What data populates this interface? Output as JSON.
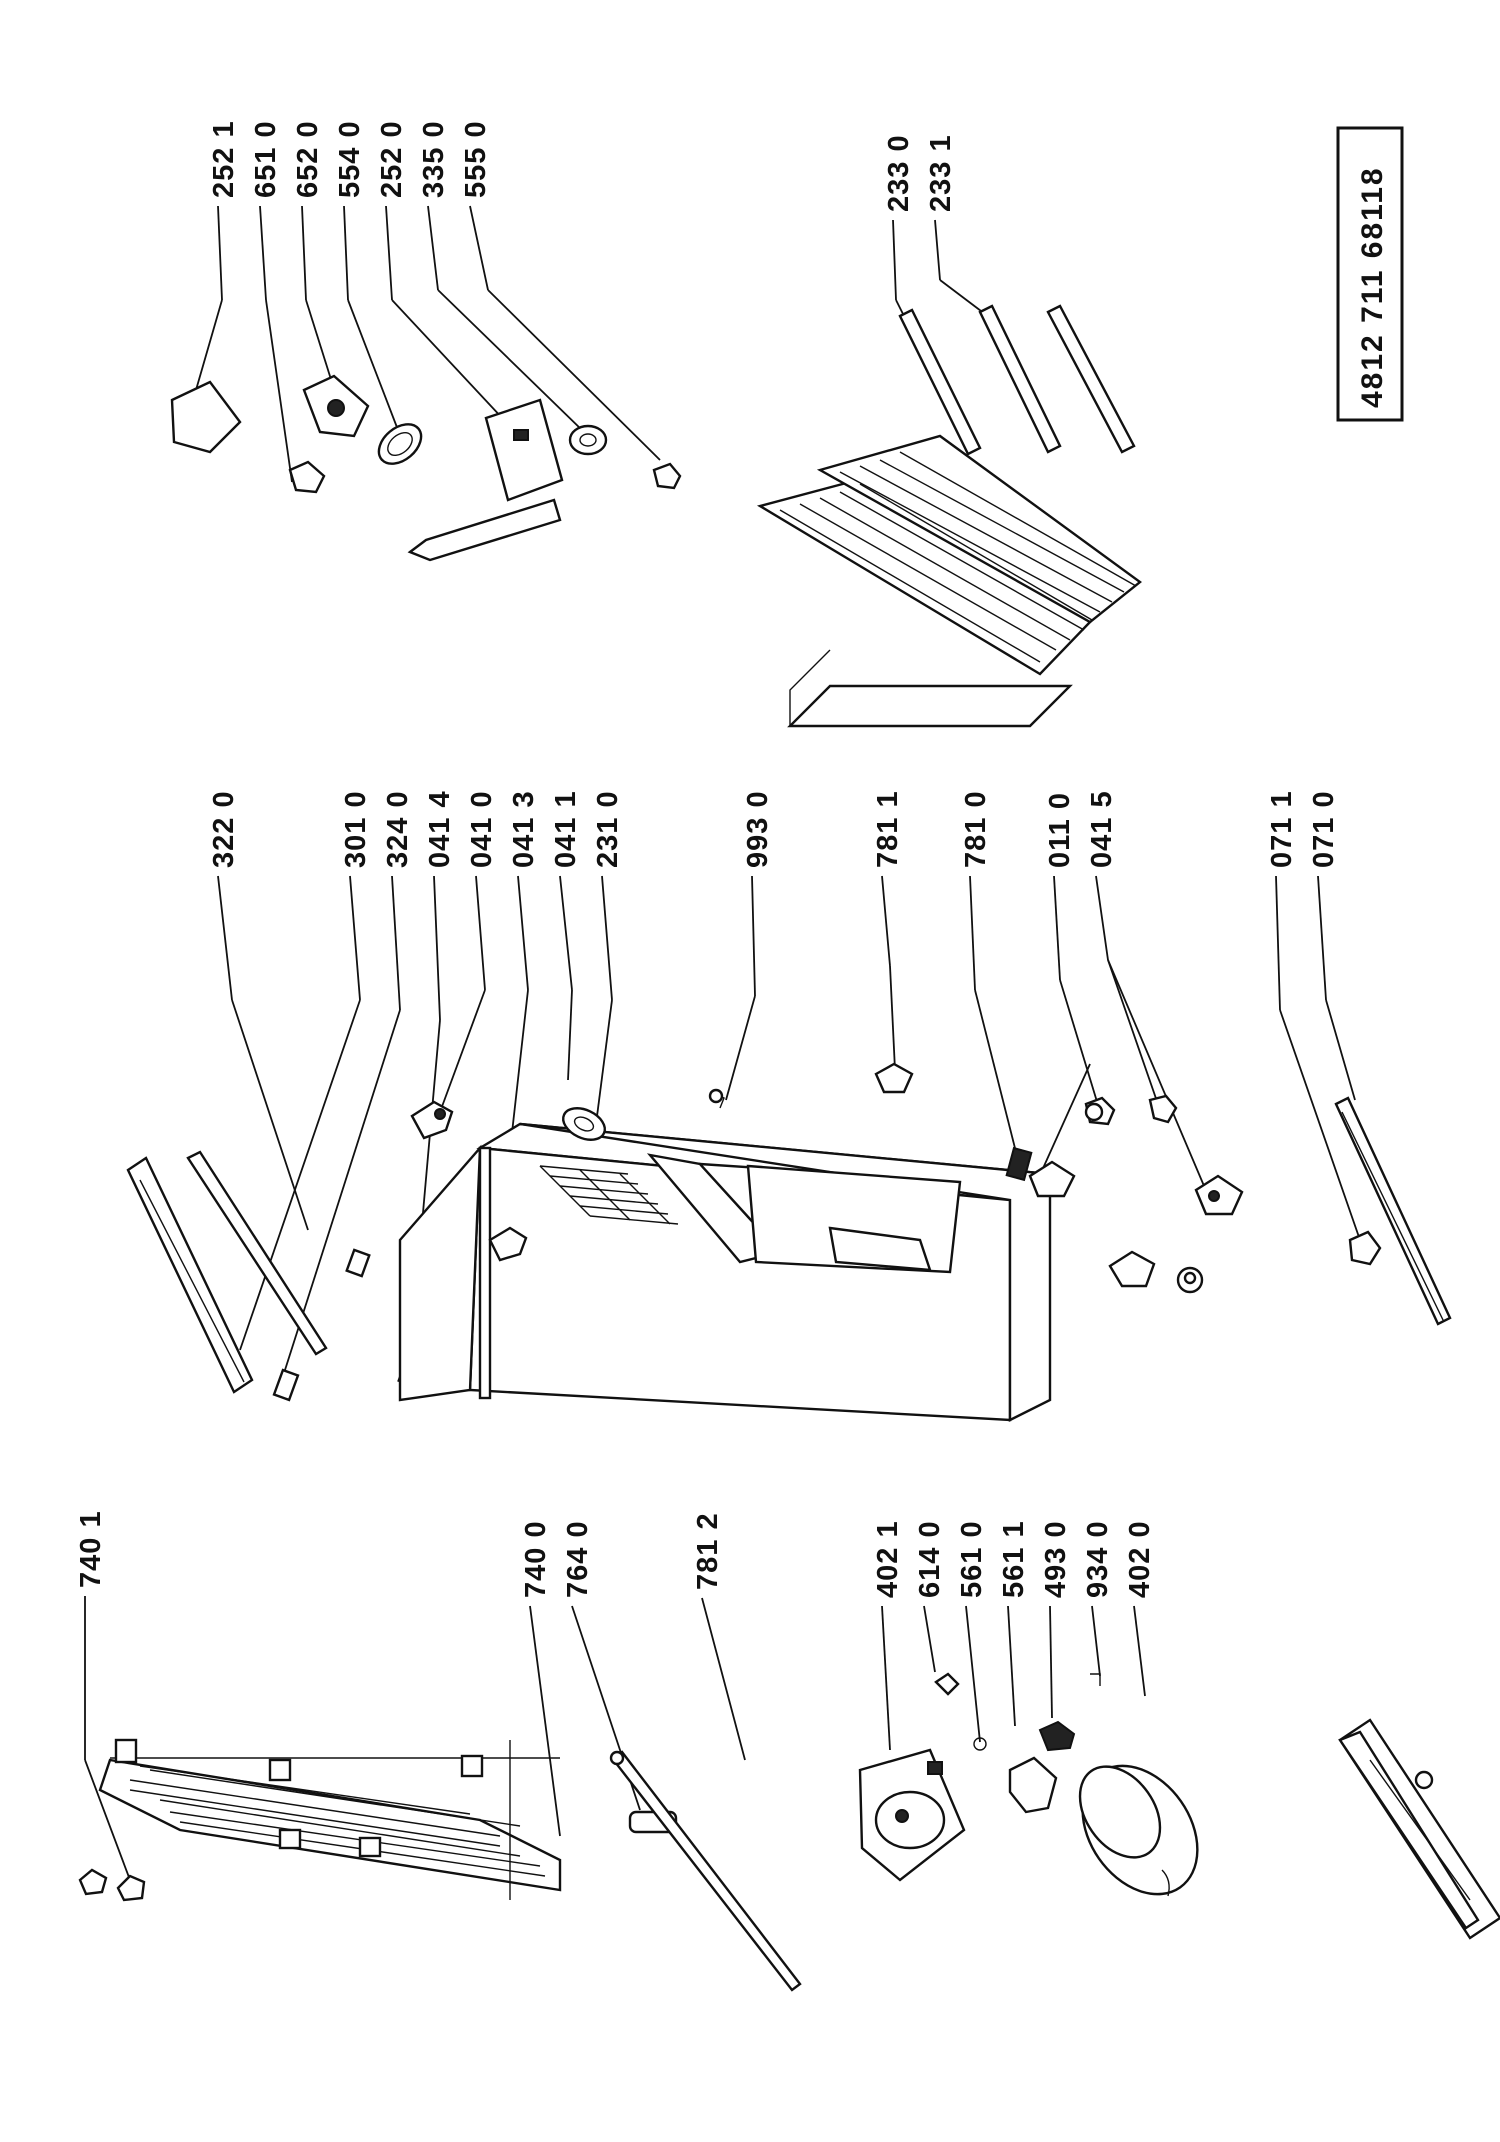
{
  "document_number": "4812 711 68118",
  "labels": {
    "l7401": "740 1",
    "l7400": "740 0",
    "l7640": "764 0",
    "l7812": "781 2",
    "l4021": "402 1",
    "l6140": "614 0",
    "l5610": "561 0",
    "l5611": "561 1",
    "l4930": "493 0",
    "l9340": "934 0",
    "l4020": "402 0",
    "l3220": "322 0",
    "l3010": "301 0",
    "l3240": "324 0",
    "l0414": "041 4",
    "l0410": "041 0",
    "l0413": "041 3",
    "l0411": "041 1",
    "l2310": "231 0",
    "l9930": "993 0",
    "l7811": "781 1",
    "l7810": "781 0",
    "l0110": "011 0",
    "l0415": "041 5",
    "l0711": "071 1",
    "l0710": "071 0",
    "l2521": "252 1",
    "l6510": "651 0",
    "l6520": "652 0",
    "l5540": "554 0",
    "l2520": "252 0",
    "l3350": "335 0",
    "l5550": "555 0",
    "l2330": "233 0",
    "l2331": "233 1"
  }
}
